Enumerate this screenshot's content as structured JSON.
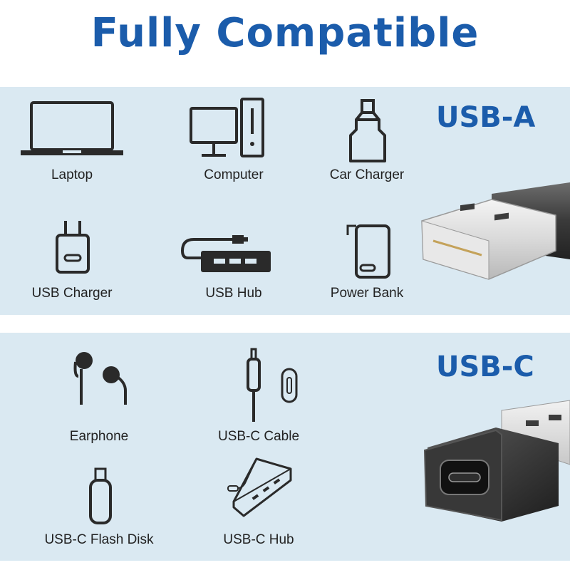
{
  "title": "Fully Compatible",
  "colors": {
    "accent": "#1b5cab",
    "panel": "#dae9f2",
    "icon": "#2a2a2a"
  },
  "usb_a": {
    "heading": "USB-A",
    "devices": [
      {
        "label": "Laptop",
        "icon": "laptop-icon"
      },
      {
        "label": "Computer",
        "icon": "desktop-computer-icon"
      },
      {
        "label": "Car Charger",
        "icon": "car-charger-icon"
      },
      {
        "label": "USB Charger",
        "icon": "wall-charger-icon"
      },
      {
        "label": "USB Hub",
        "icon": "usb-hub-icon"
      },
      {
        "label": "Power Bank",
        "icon": "power-bank-icon"
      }
    ]
  },
  "usb_c": {
    "heading": "USB-C",
    "devices": [
      {
        "label": "Earphone",
        "icon": "earphone-icon"
      },
      {
        "label": "USB-C Cable",
        "icon": "usb-c-cable-icon"
      },
      {
        "label": "USB-C Flash Disk",
        "icon": "flash-disk-icon"
      },
      {
        "label": "USB-C Hub",
        "icon": "usb-c-hub-icon"
      }
    ]
  }
}
